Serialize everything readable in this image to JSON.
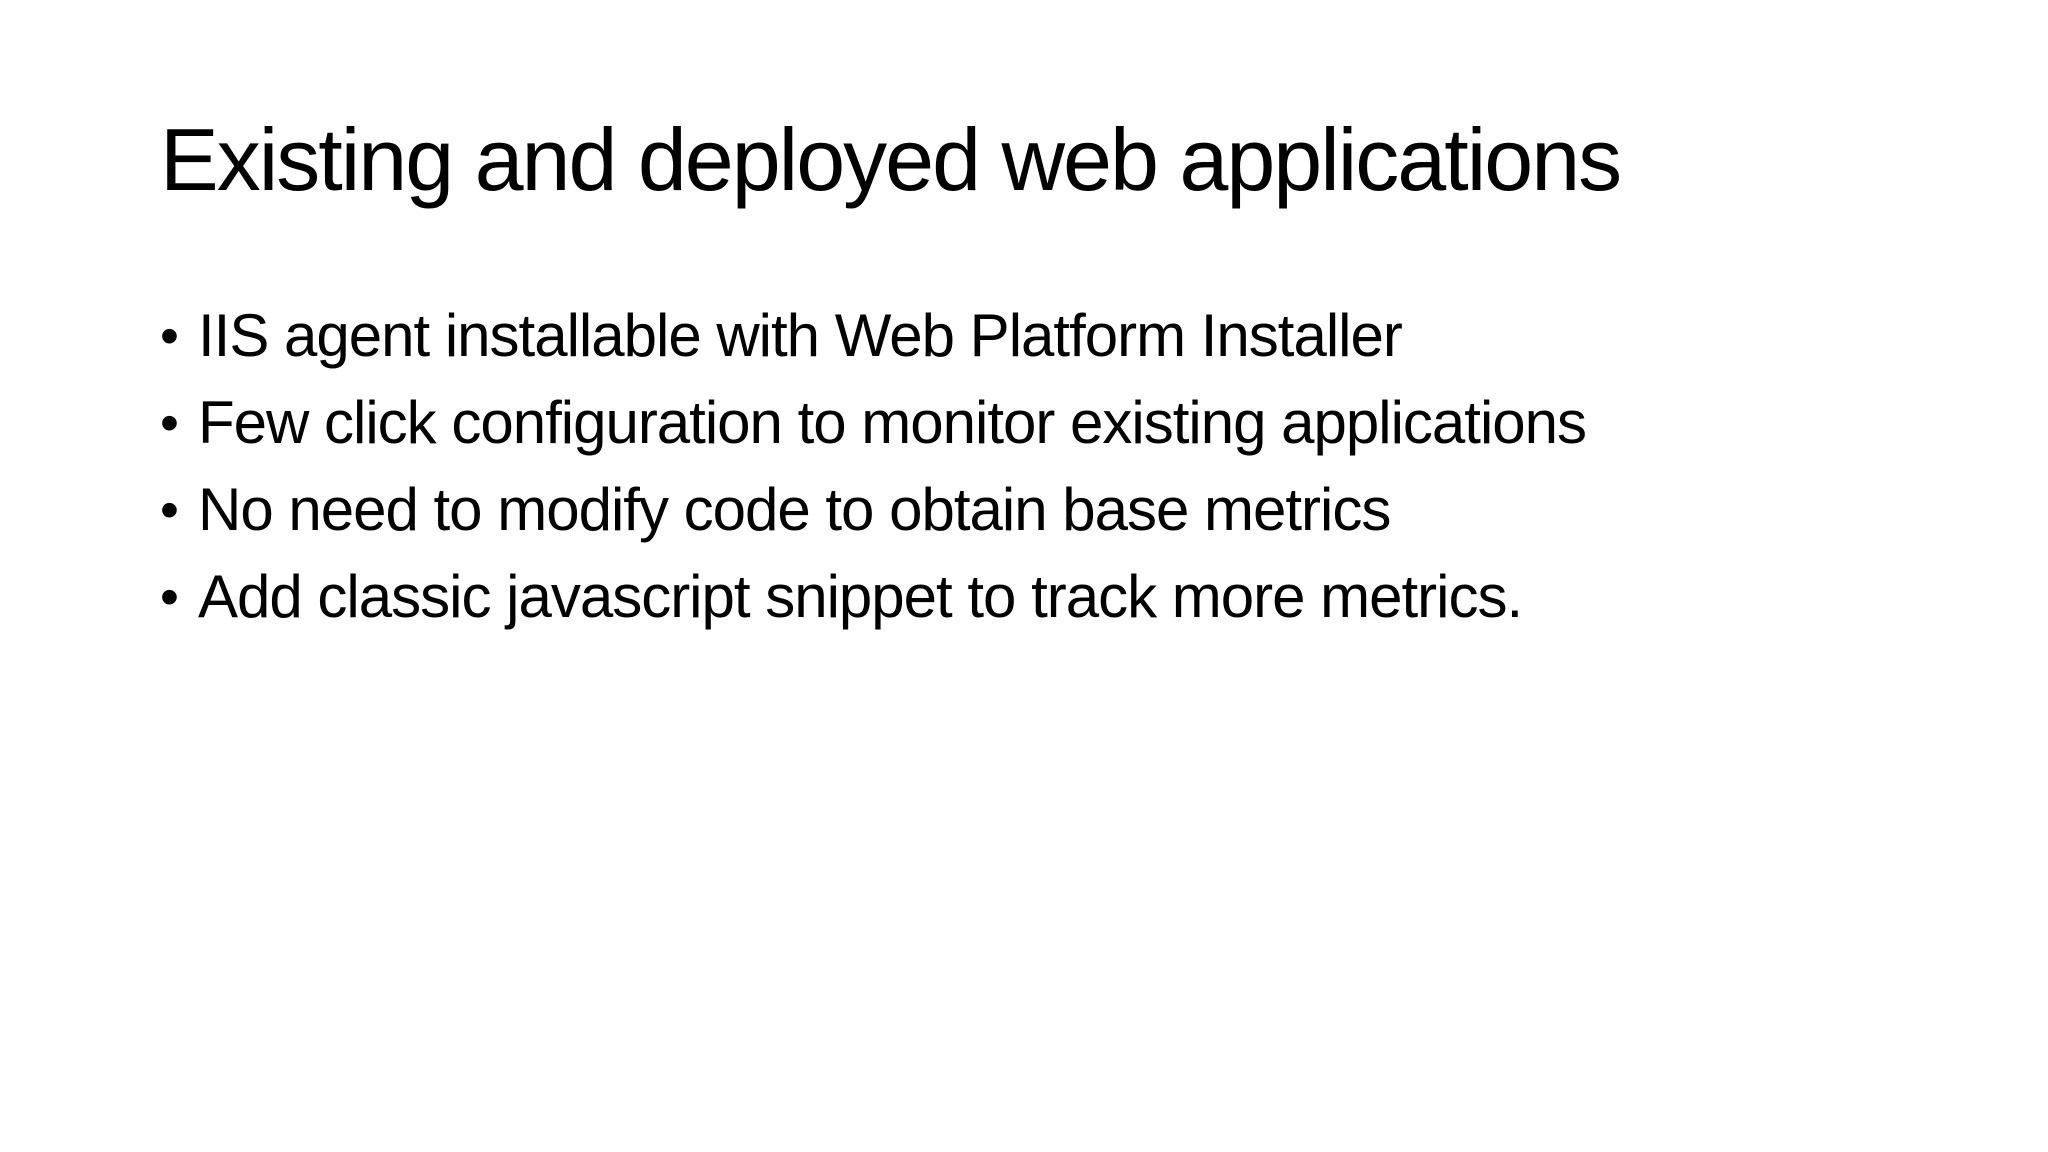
{
  "slide": {
    "title": "Existing and deployed web applications",
    "bullet_glyph": "•",
    "bullets": [
      "IIS agent installable with Web Platform Installer",
      "Few click configuration to monitor existing applications",
      "No need to modify code to obtain base metrics",
      "Add classic javascript snippet to track more metrics."
    ],
    "colors": {
      "background": "#ffffff",
      "text": "#000000"
    }
  }
}
